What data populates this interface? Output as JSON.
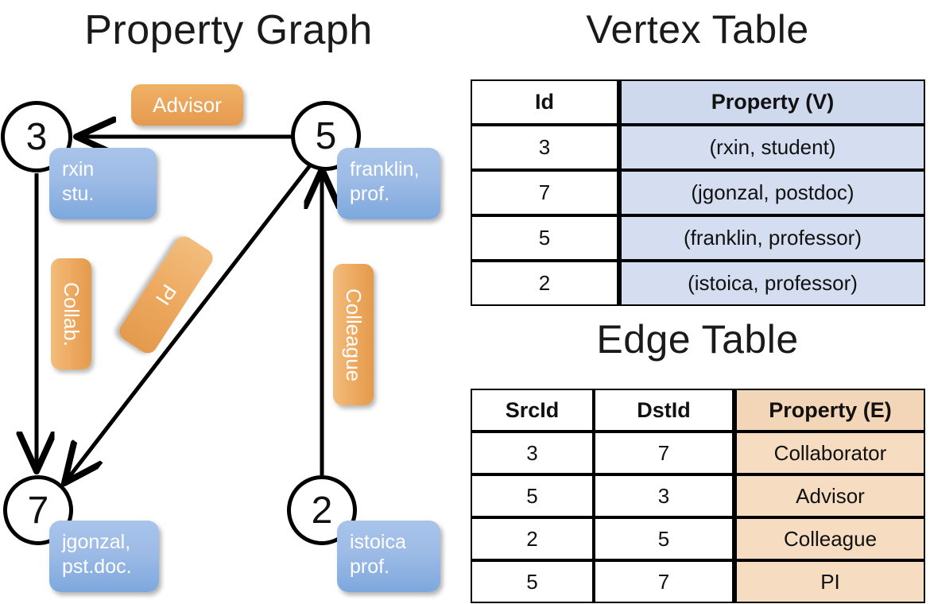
{
  "titles": {
    "property_graph": "Property Graph",
    "vertex_table": "Vertex Table",
    "edge_table": "Edge Table"
  },
  "graph": {
    "nodes": [
      {
        "id": "3",
        "label": "3",
        "property_line1": "rxin",
        "property_line2": "stu."
      },
      {
        "id": "5",
        "label": "5",
        "property_line1": "franklin,",
        "property_line2": "prof."
      },
      {
        "id": "7",
        "label": "7",
        "property_line1": "jgonzal,",
        "property_line2": "pst.doc."
      },
      {
        "id": "2",
        "label": "2",
        "property_line1": "istoica",
        "property_line2": "prof."
      }
    ],
    "edge_labels": [
      {
        "name": "advisor",
        "text": "Advisor"
      },
      {
        "name": "collab",
        "text": "Collab."
      },
      {
        "name": "pi",
        "text": "PI"
      },
      {
        "name": "colleague",
        "text": "Colleague"
      }
    ]
  },
  "vertex_table": {
    "headers": [
      "Id",
      "Property (V)"
    ],
    "rows": [
      {
        "id": "3",
        "property": "(rxin, student)"
      },
      {
        "id": "7",
        "property": "(jgonzal, postdoc)"
      },
      {
        "id": "5",
        "property": "(franklin, professor)"
      },
      {
        "id": "2",
        "property": "(istoica, professor)"
      }
    ]
  },
  "edge_table": {
    "headers": [
      "SrcId",
      "DstId",
      "Property (E)"
    ],
    "rows": [
      {
        "src": "3",
        "dst": "7",
        "property": "Collaborator"
      },
      {
        "src": "5",
        "dst": "3",
        "property": "Advisor"
      },
      {
        "src": "2",
        "dst": "5",
        "property": "Colleague"
      },
      {
        "src": "5",
        "dst": "7",
        "property": "PI"
      }
    ]
  },
  "colors": {
    "vertex_property_fill": "#d4def0",
    "edge_property_fill": "#f6dcc1",
    "node_property_box": "#9dbbe6",
    "edge_label_box": "#eda85f",
    "stroke": "#000000"
  }
}
